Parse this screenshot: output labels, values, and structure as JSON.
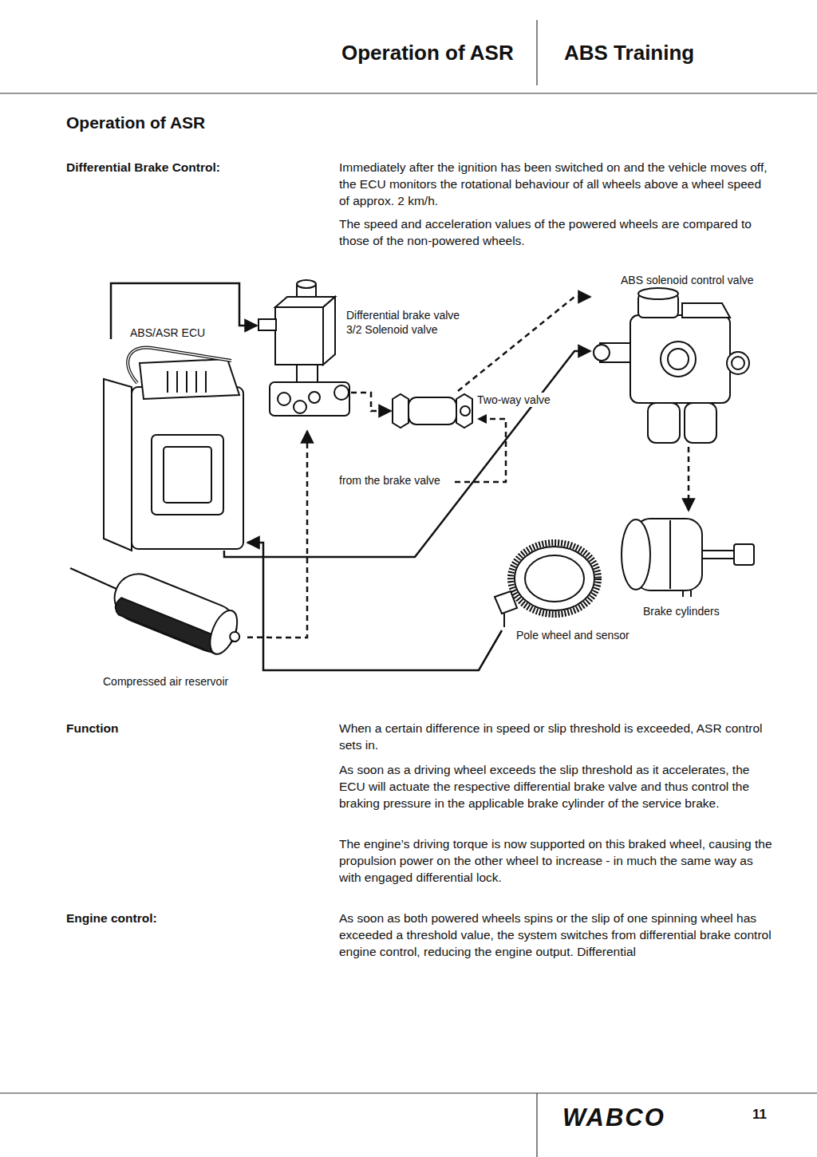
{
  "diagram": {
    "title": "Operation of ASR",
    "nodes": [
      {
        "text": [
          "ABS/ASR ECU"
        ]
      },
      {
        "text": [
          "Differential brake valve 3/2 Solenoid valve"
        ]
      },
      {
        "text": [
          "Two-way valve"
        ]
      },
      {
        "text": [
          "ABS solenoid control valve"
        ]
      },
      {
        "text": [
          "Brake cylinders"
        ]
      },
      {
        "text": [
          "Pole wheel and sensor"
        ]
      },
      {
        "text": [
          "Compressed air reservoir"
        ]
      }
    ],
    "edges": [
      {
        "from": 0,
        "to": 1,
        "arrow": "to"
      },
      {
        "from": 0,
        "to": 3,
        "arrow": "to"
      },
      {
        "from": 5,
        "to": 0,
        "arrow": "to"
      },
      {
        "from": 6,
        "to": 1,
        "arrow": "to"
      },
      {
        "from": 1,
        "to": 2,
        "arrow": "to"
      },
      {
        "from": 2,
        "to": 3,
        "arrow": "to"
      },
      {
        "from": 3,
        "to": 4,
        "arrow": "to"
      }
    ],
    "labels": [
      "Operation of ASR",
      "ABS Training",
      "Differential Brake Control:",
      "Immediately after the ignition has been switched on and the vehicle moves off, the ECU monitors the rotational behaviour of all wheels above a wheel speed of approx. 2 km/h.",
      "The speed and acceleration values of the powered wheels are compared to those of the non-powered wheels.",
      "from the brake valve",
      "Function",
      "When a certain difference in speed or slip threshold is exceeded, ASR control sets in.",
      "As soon as a driving wheel exceeds the slip threshold as it accelerates, the ECU will actuate the respective differential brake valve and thus control the braking pressure in the applicable brake cylinder of the service brake.",
      "The engine’s driving torque is now supported on this braked wheel, causing the propulsion power on the other wheel to increase - in much the same way as with engaged differential lock.",
      "Engine control:",
      "As soon as both powered wheels spins or the slip of one spinning wheel has exceeded a threshold value, the system switches from differential brake control engine control, reducing the engine output. Differential",
      "WABCO",
      "11"
    ]
  }
}
